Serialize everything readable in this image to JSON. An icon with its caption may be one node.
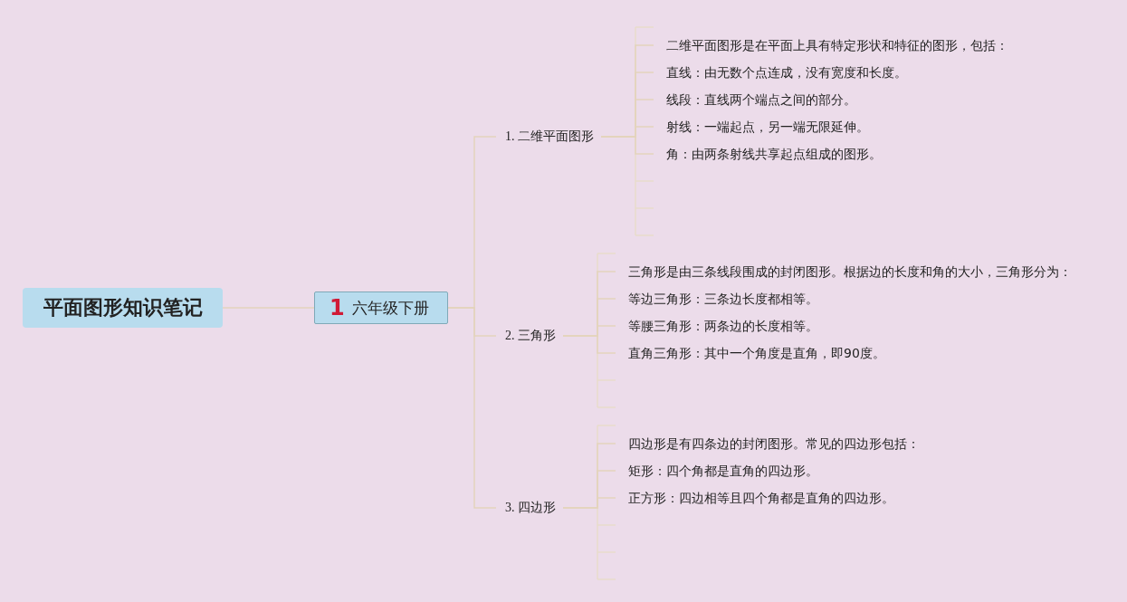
{
  "diagram": {
    "nodes": [
      {
        "text": [
          "平面图形知识笔记"
        ]
      },
      {
        "text": [
          "1",
          "六年级下册"
        ]
      },
      {
        "text": [
          "1. 二维平面图形"
        ]
      },
      {
        "text": [
          "二维平面图形是在平面上具有特定形状和特征的图形，包括："
        ]
      },
      {
        "text": [
          "直线：由无数个点连成，没有宽度和长度。"
        ]
      },
      {
        "text": [
          "线段：直线两个端点之间的部分。"
        ]
      },
      {
        "text": [
          "射线：一端起点，另一端无限延伸。"
        ]
      },
      {
        "text": [
          "角：由两条射线共享起点组成的图形。"
        ]
      },
      {
        "text": [
          "2. 三角形"
        ]
      },
      {
        "text": [
          "三角形是由三条线段围成的封闭图形。根据边的长度和角的大小，三角形分为："
        ]
      },
      {
        "text": [
          "等边三角形：三条边长度都相等。"
        ]
      },
      {
        "text": [
          "等腰三角形：两条边的长度相等。"
        ]
      },
      {
        "text": [
          "直角三角形：其中一个角度是直角，即90度。"
        ]
      },
      {
        "text": [
          "3. 四边形"
        ]
      },
      {
        "text": [
          "四边形是有四条边的封闭图形。常见的四边形包括："
        ]
      },
      {
        "text": [
          "矩形：四个角都是直角的四边形。"
        ]
      },
      {
        "text": [
          "正方形：四边相等且四个角都是直角的四边形。"
        ]
      }
    ],
    "edges": [
      {
        "from": 0,
        "to": 1,
        "arrow": "none"
      },
      {
        "from": 1,
        "to": 2,
        "arrow": "none"
      },
      {
        "from": 1,
        "to": 8,
        "arrow": "none"
      },
      {
        "from": 1,
        "to": 13,
        "arrow": "none"
      },
      {
        "from": 2,
        "to": 3,
        "arrow": "none"
      },
      {
        "from": 2,
        "to": 4,
        "arrow": "none"
      },
      {
        "from": 2,
        "to": 5,
        "arrow": "none"
      },
      {
        "from": 2,
        "to": 6,
        "arrow": "none"
      },
      {
        "from": 2,
        "to": 7,
        "arrow": "none"
      },
      {
        "from": 8,
        "to": 9,
        "arrow": "none"
      },
      {
        "from": 8,
        "to": 10,
        "arrow": "none"
      },
      {
        "from": 8,
        "to": 11,
        "arrow": "none"
      },
      {
        "from": 8,
        "to": 12,
        "arrow": "none"
      },
      {
        "from": 13,
        "to": 14,
        "arrow": "none"
      },
      {
        "from": 13,
        "to": 15,
        "arrow": "none"
      },
      {
        "from": 13,
        "to": 16,
        "arrow": "none"
      }
    ]
  }
}
